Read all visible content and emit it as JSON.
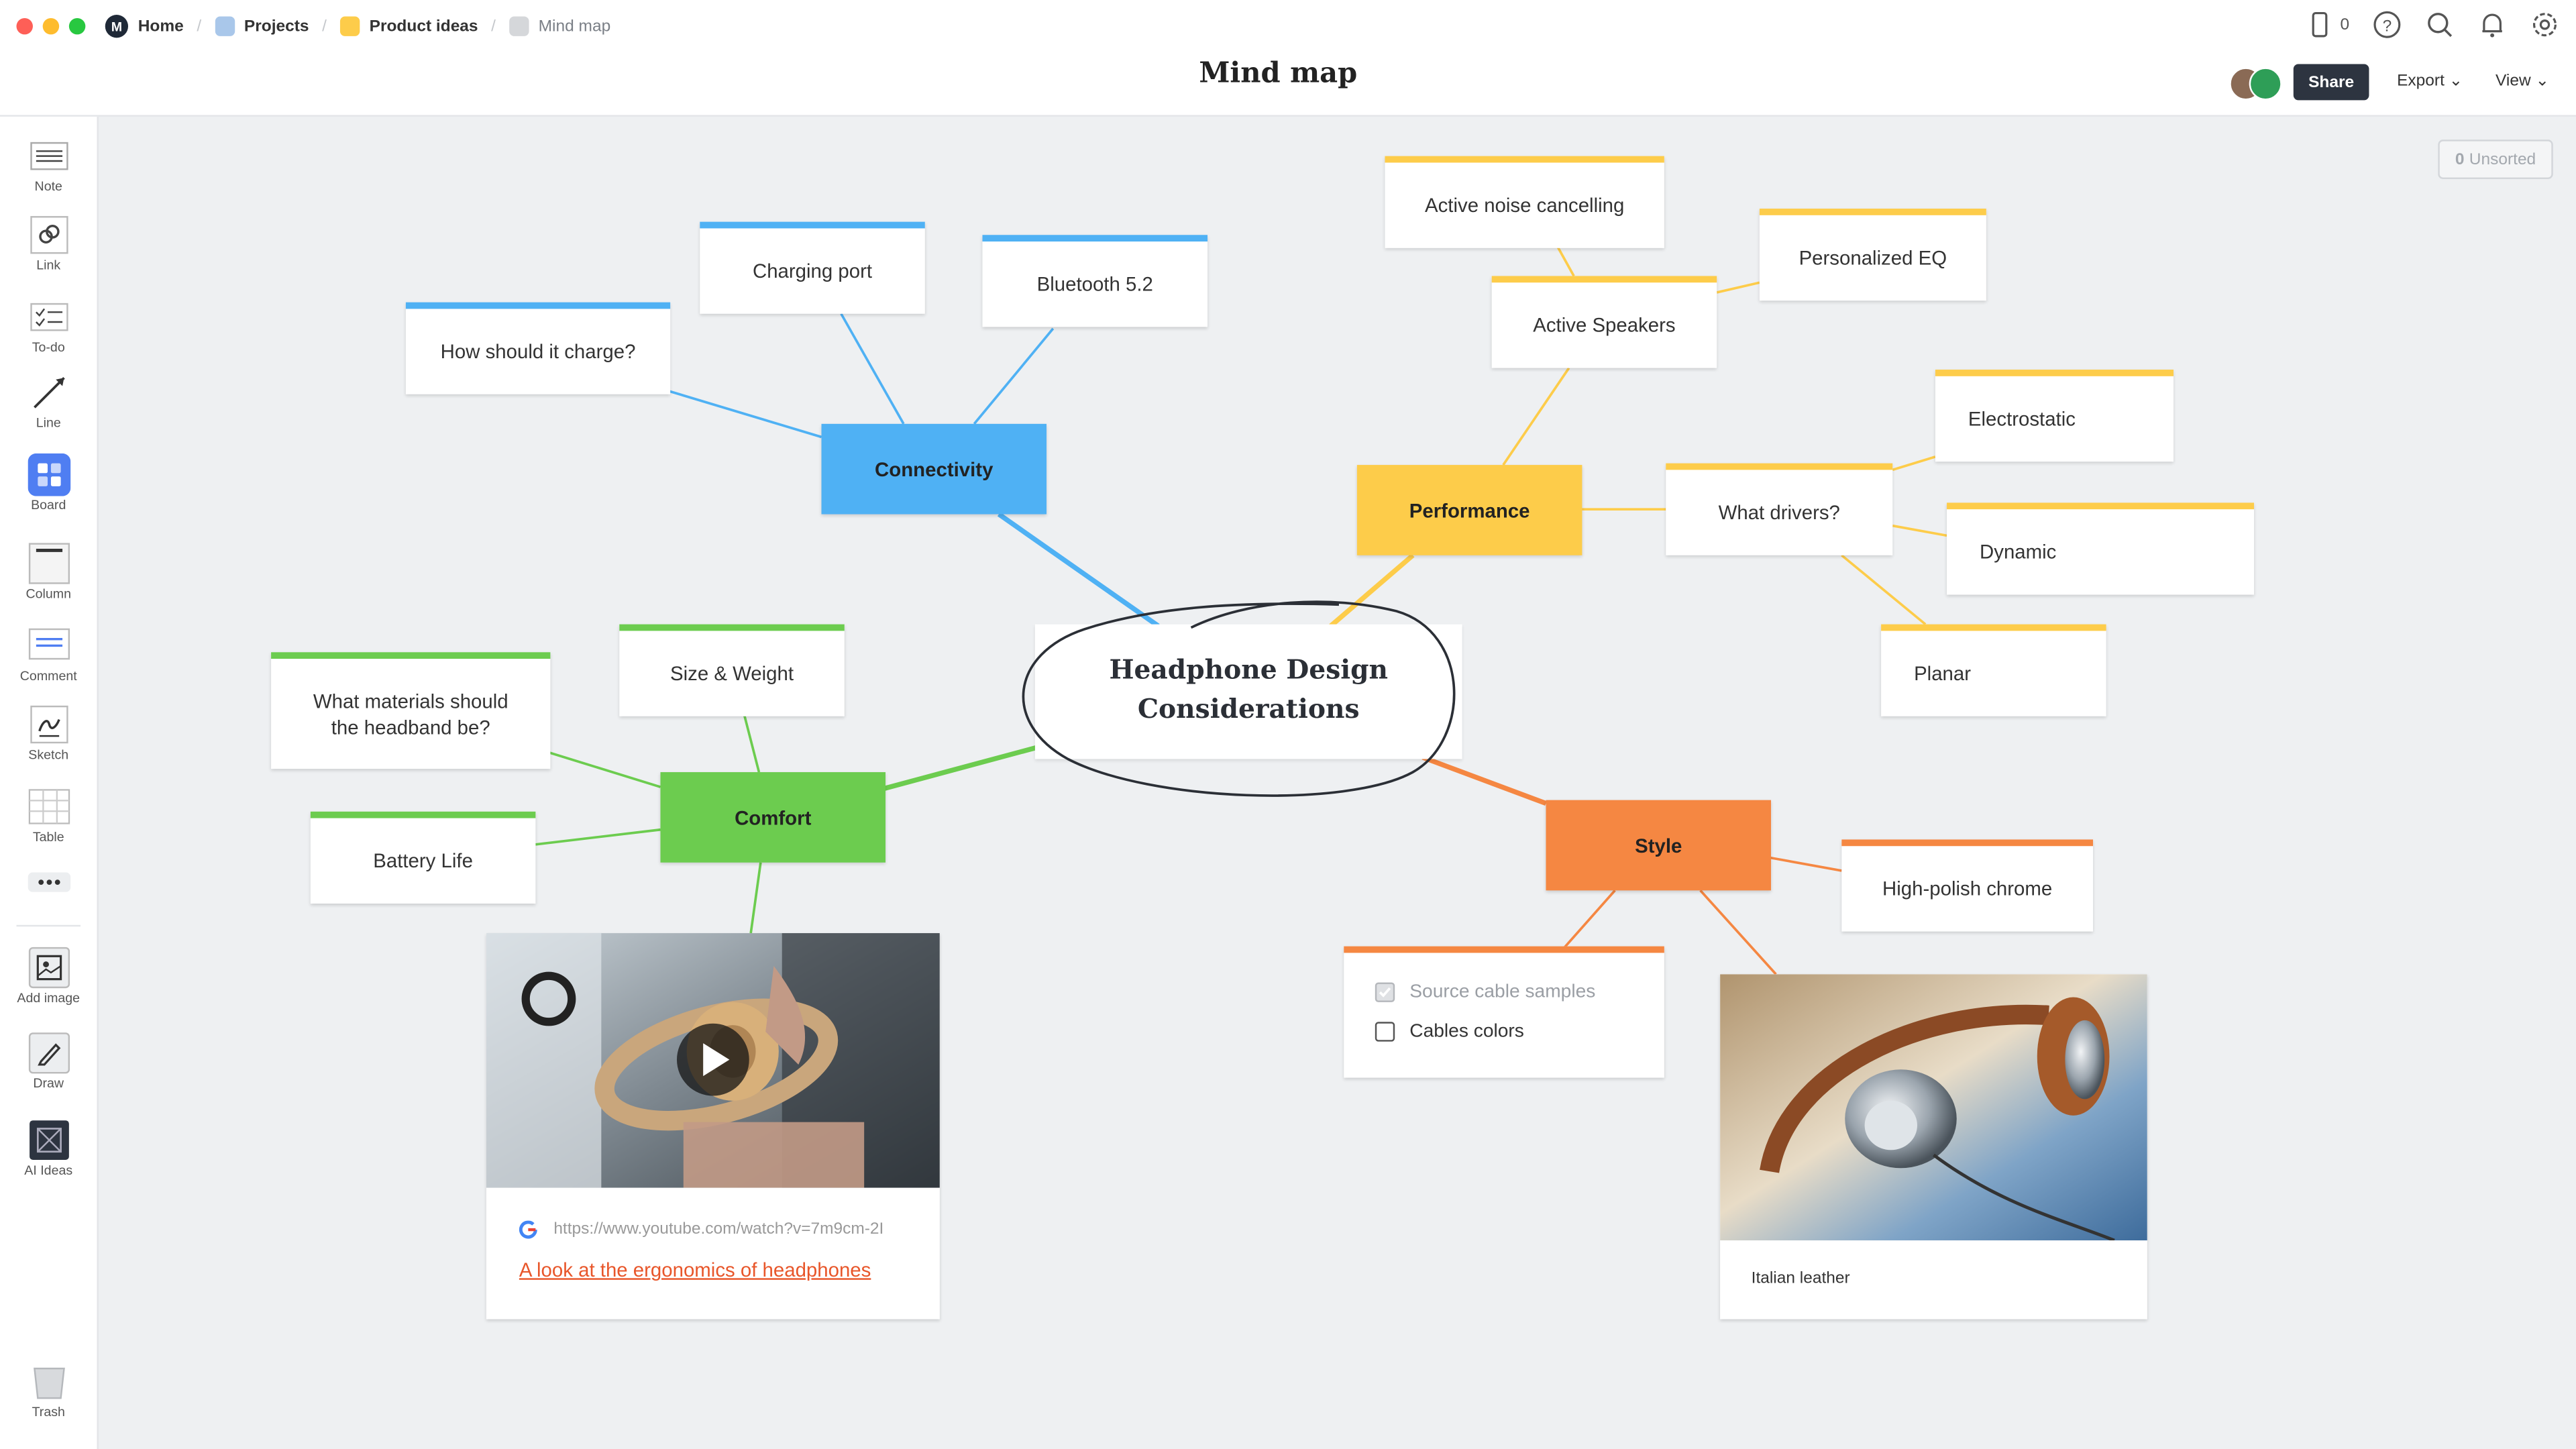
{
  "breadcrumbs": [
    "Home",
    "Projects",
    "Product ideas",
    "Mind map"
  ],
  "page_title": "Mind map",
  "header": {
    "device_count": "0",
    "share": "Share",
    "export": "Export",
    "view": "View"
  },
  "unsorted": {
    "count": "0",
    "label": "Unsorted"
  },
  "sidebar": [
    "Note",
    "Link",
    "To-do",
    "Line",
    "Board",
    "Column",
    "Comment",
    "Sketch",
    "Table",
    "Add image",
    "Draw",
    "AI Ideas",
    "Trash"
  ],
  "center": {
    "line1": "Headphone Design",
    "line2": "Considerations"
  },
  "hubs": {
    "connectivity": "Connectivity",
    "performance": "Performance",
    "comfort": "Comfort",
    "style": "Style"
  },
  "notes": {
    "charging_port": "Charging port",
    "bluetooth": "Bluetooth 5.2",
    "how_charge": "How should it charge?",
    "anc": "Active noise cancelling",
    "personalized_eq": "Personalized EQ",
    "active_speakers": "Active Speakers",
    "electrostatic": "Electrostatic",
    "what_drivers": "What drivers?",
    "dynamic": "Dynamic",
    "planar": "Planar",
    "size_weight": "Size & Weight",
    "materials_l1": "What materials should",
    "materials_l2": "the headband be?",
    "battery_life": "Battery Life",
    "high_polish": "High-polish chrome"
  },
  "todo": {
    "items": [
      {
        "label": "Source cable samples",
        "checked": true
      },
      {
        "label": "Cables colors",
        "checked": false
      }
    ]
  },
  "video": {
    "url": "https://www.youtube.com/watch?v=7m9cm-2I",
    "title": "A look at the ergonomics of headphones"
  },
  "image_caption": "Italian leather",
  "colors": {
    "blue": "#4fb1f4",
    "yellow": "#fdcc4a",
    "green": "#6ccc4f",
    "orange": "#f58742"
  }
}
